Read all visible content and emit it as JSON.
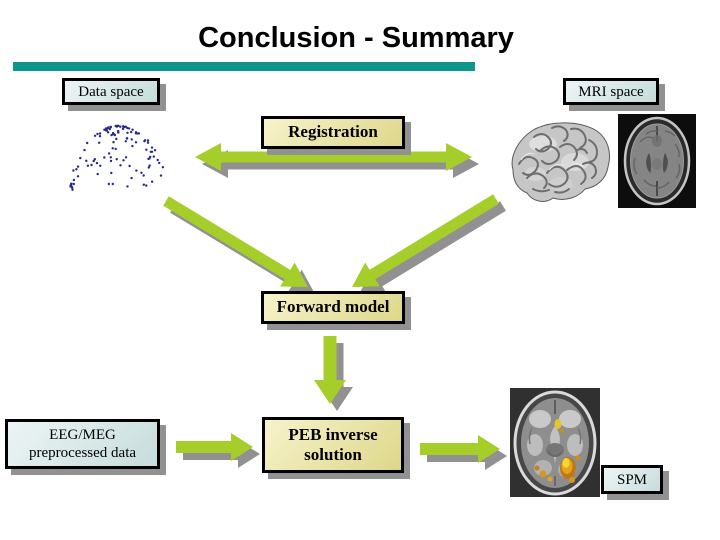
{
  "slide": {
    "title": "Conclusion - Summary",
    "accent_bar_color": "#0f968c",
    "background": "#ffffff"
  },
  "labels": {
    "data_space": "Data space",
    "mri_space": "MRI space",
    "registration": "Registration",
    "forward_model": "Forward model",
    "eeg_meg_line1": "EEG/MEG",
    "eeg_meg_line2": "preprocessed data",
    "peb_line1": "PEB inverse",
    "peb_line2": "solution",
    "spm": "SPM"
  },
  "images": {
    "sensor_cloud": "eeg-meg-sensor-positions-point-cloud",
    "cortex_render": "3d-cortical-surface-render",
    "mri_slice": "axial-mri-slice",
    "spm_map": "axial-mri-slice-with-spm-activations"
  },
  "colors": {
    "arrow_green": "#a6ce2a",
    "shadow_gray": "#919191",
    "box_blue_light": "#edf5f5",
    "box_blue_dark": "#c6dcdc",
    "box_yellow_light": "#f7f3cb",
    "box_yellow_dark": "#ddd78a",
    "dot_navy": "#28288e",
    "activation_yellow": "#f2d82c",
    "activation_orange": "#d0831a"
  },
  "diagram": {
    "connections": [
      {
        "from": "Data space",
        "to": "MRI space",
        "via": "Registration",
        "type": "double-headed"
      },
      {
        "from": "Data space",
        "to": "Forward model",
        "type": "arrow"
      },
      {
        "from": "MRI space",
        "to": "Forward model",
        "type": "arrow"
      },
      {
        "from": "Forward model",
        "to": "PEB inverse solution",
        "type": "arrow"
      },
      {
        "from": "EEG/MEG preprocessed data",
        "to": "PEB inverse solution",
        "type": "arrow"
      },
      {
        "from": "PEB inverse solution",
        "to": "SPM",
        "type": "arrow"
      }
    ]
  }
}
